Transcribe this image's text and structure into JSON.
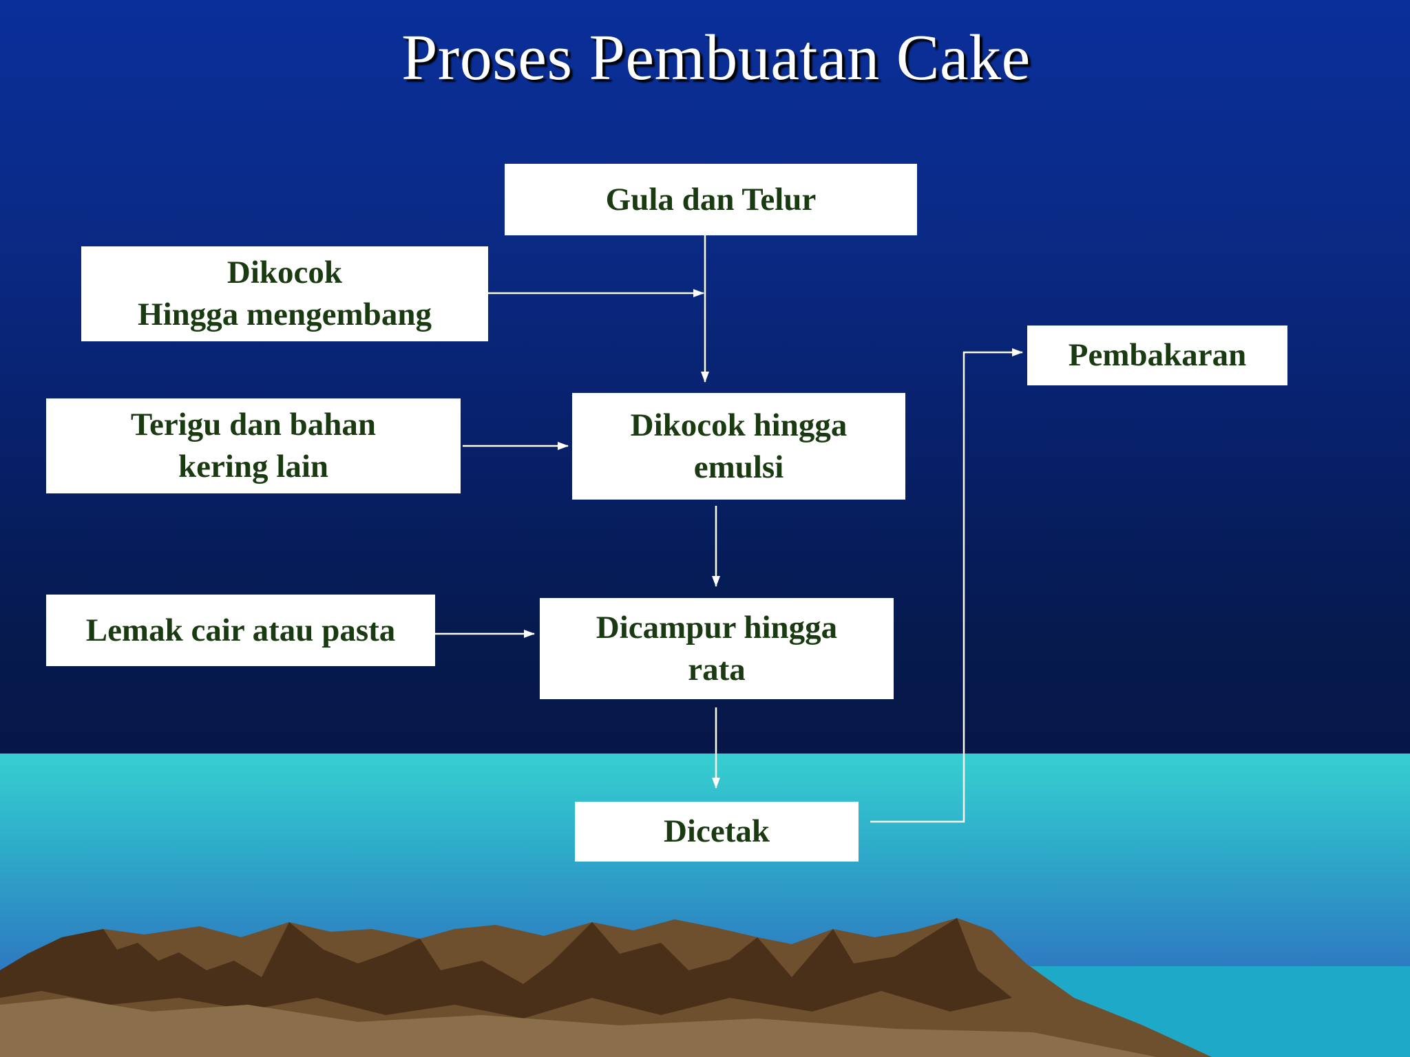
{
  "slide": {
    "title": "Proses Pembuatan Cake"
  },
  "nodes": {
    "gula_dan_telur": "Gula dan Telur",
    "dikocok_mengembang": "Dikocok\nHingga mengembang",
    "terigu": "Terigu dan bahan\n    kering lain",
    "dikocok_emulsi": "Dikocok hingga\nemulsi",
    "lemak": "Lemak cair atau pasta",
    "dicampur": "Dicampur hingga\nrata",
    "dicetak": "Dicetak",
    "pembakaran": "Pembakaran"
  },
  "colors": {
    "box_text": "#1a3a12",
    "box_fill": "#ffffff",
    "arrow": "#ffffff"
  }
}
